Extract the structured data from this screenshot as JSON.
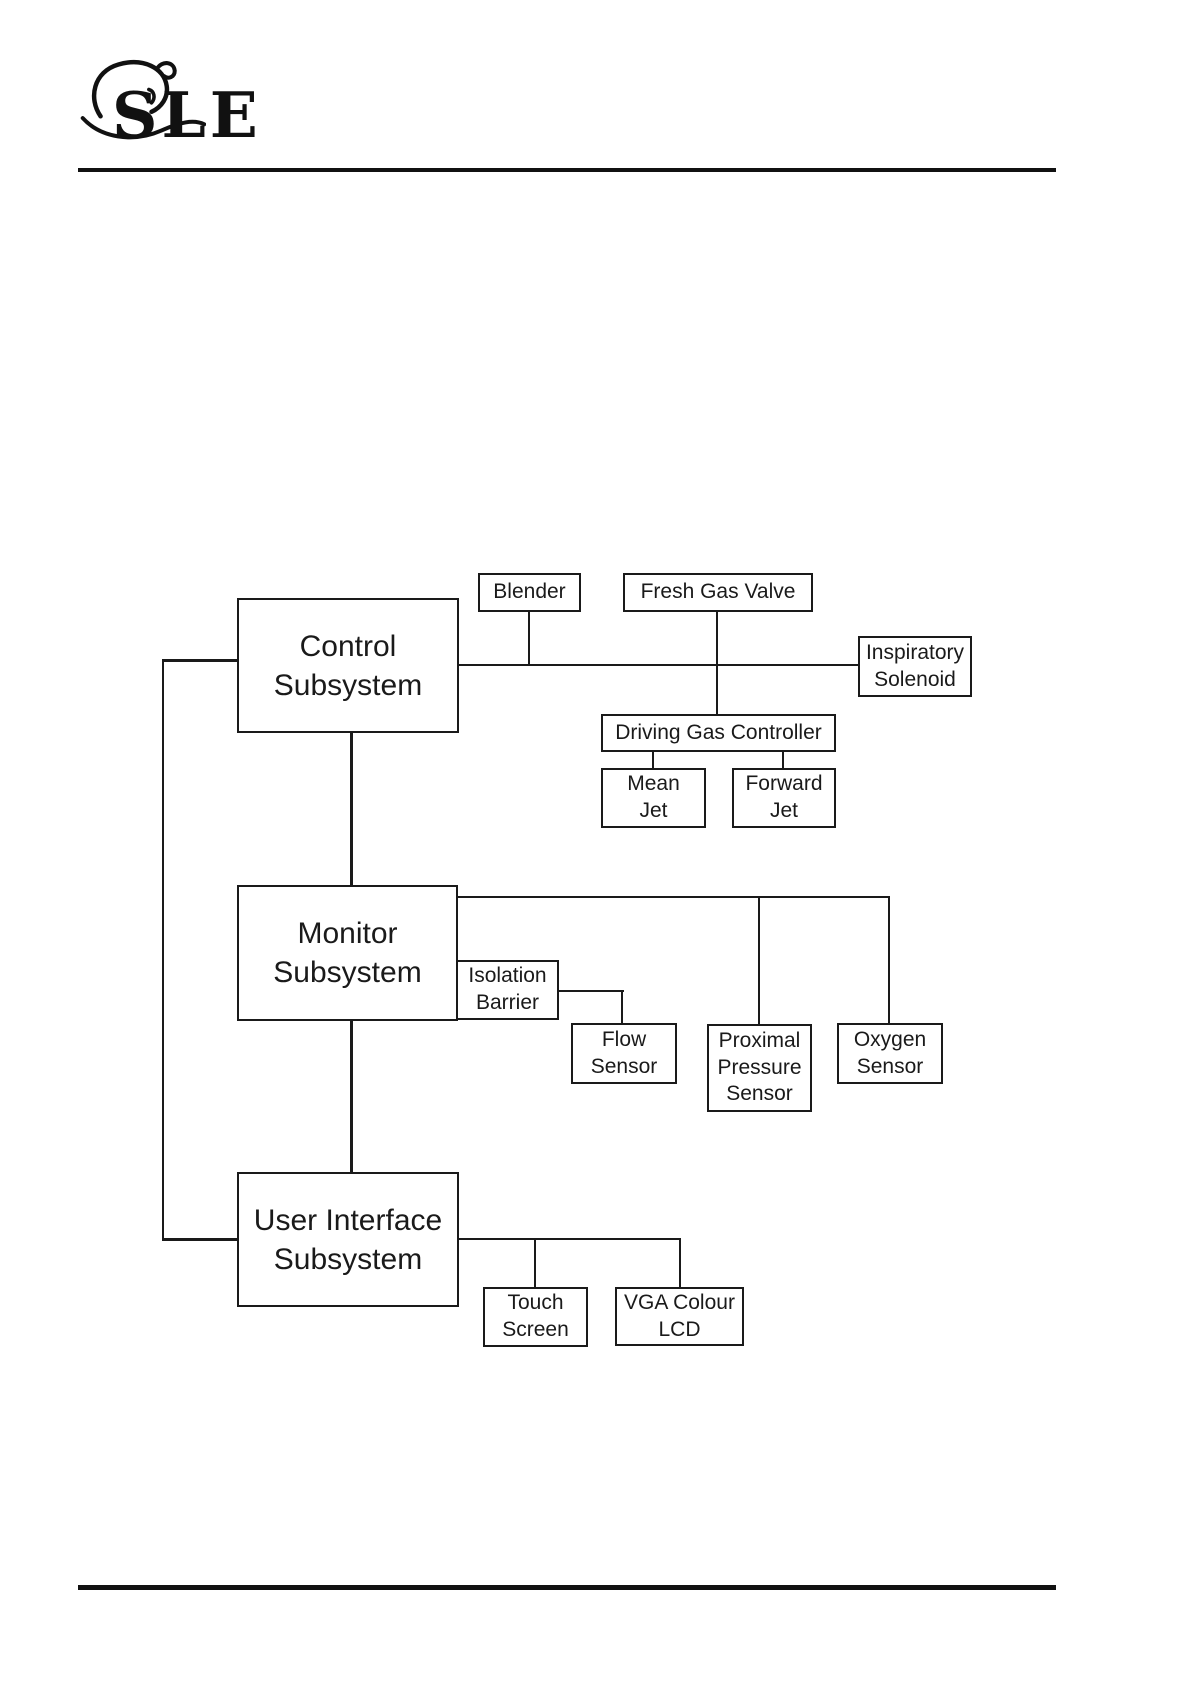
{
  "logo": {
    "text": "SLE",
    "mark": "baby-face-sketch"
  },
  "colors": {
    "ink": "#1a1a1a",
    "page_background": "#ffffff"
  },
  "diagram": {
    "type": "block-diagram",
    "nodes": {
      "control": {
        "lines": [
          "Control",
          "Subsystem"
        ]
      },
      "monitor": {
        "lines": [
          "Monitor",
          "Subsystem"
        ]
      },
      "ui": {
        "lines": [
          "User Interface",
          "Subsystem"
        ]
      },
      "blender": {
        "lines": [
          "Blender"
        ]
      },
      "fgv": {
        "lines": [
          "Fresh Gas Valve"
        ]
      },
      "insp": {
        "lines": [
          "Inspiratory",
          "Solenoid"
        ]
      },
      "dgc": {
        "lines": [
          "Driving Gas Controller"
        ]
      },
      "mean_jet": {
        "lines": [
          "Mean",
          "Jet"
        ]
      },
      "fwd_jet": {
        "lines": [
          "Forward",
          "Jet"
        ]
      },
      "isol": {
        "lines": [
          "Isolation",
          "Barrier"
        ]
      },
      "flow": {
        "lines": [
          "Flow",
          "Sensor"
        ]
      },
      "prox": {
        "lines": [
          "Proximal",
          "Pressure",
          "Sensor"
        ]
      },
      "oxy": {
        "lines": [
          "Oxygen",
          "Sensor"
        ]
      },
      "touch": {
        "lines": [
          "Touch",
          "Screen"
        ]
      },
      "vga": {
        "lines": [
          "VGA Colour",
          "LCD"
        ]
      }
    },
    "edges": [
      "control-blender",
      "control-fresh-gas-valve",
      "control-inspiratory-solenoid",
      "fresh-gas-valve-driving-gas-controller",
      "driving-gas-controller-mean-jet",
      "driving-gas-controller-forward-jet",
      "control-monitor",
      "monitor-user-interface",
      "control-user-interface-bracket",
      "monitor-isolation-barrier",
      "isolation-barrier-flow-sensor",
      "monitor-proximal-pressure-sensor",
      "monitor-oxygen-sensor",
      "user-interface-touch-screen",
      "user-interface-vga-lcd"
    ]
  }
}
